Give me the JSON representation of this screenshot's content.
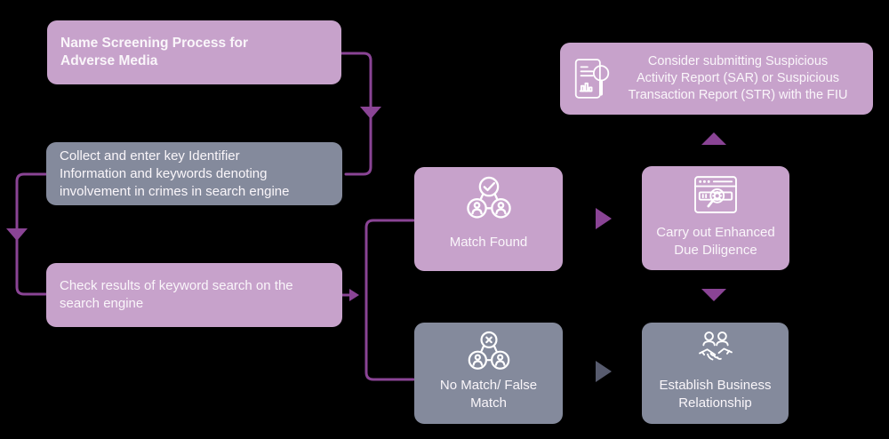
{
  "colors": {
    "background": "#000000",
    "box_purple": "#c7a2cb",
    "box_gray": "#848a9c",
    "connector_purple": "#8a4495",
    "triangle_gray": "#575b6e",
    "text_light": "#faf6fa",
    "icon_stroke": "#ffffff"
  },
  "nodes": {
    "start": {
      "label": "Name Screening Process for\nAdverse Media"
    },
    "collect": {
      "label": "Collect and enter key Identifier\nInformation and keywords denoting\ninvolvement in crimes in search engine"
    },
    "check": {
      "label": "Check results of keyword search on the\nsearch engine"
    },
    "match_found": {
      "label": "Match Found",
      "icon": "group-check-icon"
    },
    "no_match": {
      "label": "No Match/ False\nMatch",
      "icon": "group-x-icon"
    },
    "sar": {
      "label": "Consider submitting Suspicious\nActivity Report (SAR) or Suspicious\nTransaction Report (STR) with the FIU",
      "icon": "report-magnifier-icon"
    },
    "edd": {
      "label": "Carry out Enhanced\nDue Diligence",
      "icon": "browser-search-icon"
    },
    "ebr": {
      "label": "Establish Business\nRelationship",
      "icon": "handshake-icon"
    }
  }
}
